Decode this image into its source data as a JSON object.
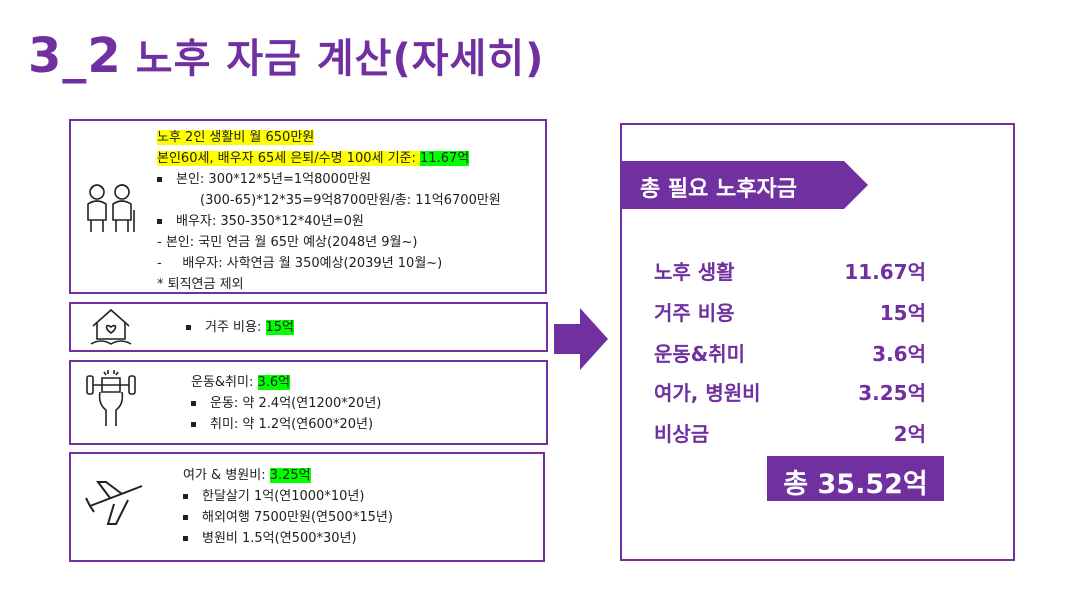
{
  "title": {
    "number": "3_2",
    "text": "노후 자금 계산(자세히)"
  },
  "box1": {
    "line1": "노후 2인 생활비 월 650만원",
    "line2_prefix": "본인60세, 배우자 65세 은퇴/수명 100세 기준: ",
    "line2_value": "11.67억",
    "line3": "본인: 300*12*5년=1억8000만원",
    "line4": "(300-65)*12*35=9억8700만원/총: 11억6700만원",
    "line5": "배우자: 350-350*12*40년=0원",
    "line6": "- 본인: 국민 연금 월 65만 예상(2048년 9월~)",
    "line7": "-     배우자: 사학연금 월 350예상(2039년 10월~)",
    "line8": "* 퇴직연금 제외"
  },
  "box2": {
    "label": "거주 비용: ",
    "value": "15억"
  },
  "box3": {
    "label": "운동&취미: ",
    "value": "3.6억",
    "item1": "운동: 약 2.4억(연1200*20년)",
    "item2": "취미: 약 1.2억(연600*20년)"
  },
  "box4": {
    "label": "여가 & 병원비: ",
    "value": "3.25억",
    "item1": "한달살기 1억(연1000*10년)",
    "item2": "해외여행 7500만원(연500*15년)",
    "item3": "병원비 1.5억(연500*30년)"
  },
  "summary": {
    "banner": "총 필요 노후자금",
    "rows": [
      {
        "label": "노후 생활",
        "value": "11.67억"
      },
      {
        "label": "거주 비용",
        "value": "15억"
      },
      {
        "label": "운동&취미",
        "value": "3.6억"
      },
      {
        "label": "여가, 병원비",
        "value": "3.25억"
      },
      {
        "label": "비상금",
        "value": "2억"
      }
    ],
    "total": "총 35.52억"
  },
  "colors": {
    "accent": "#7030a0",
    "highlight_yellow": "#ffff00",
    "highlight_green": "#00ff00"
  },
  "icons": [
    "elderly-couple-icon",
    "house-heart-icon",
    "dumbbell-hand-icon",
    "airplane-icon",
    "right-arrow-icon"
  ]
}
